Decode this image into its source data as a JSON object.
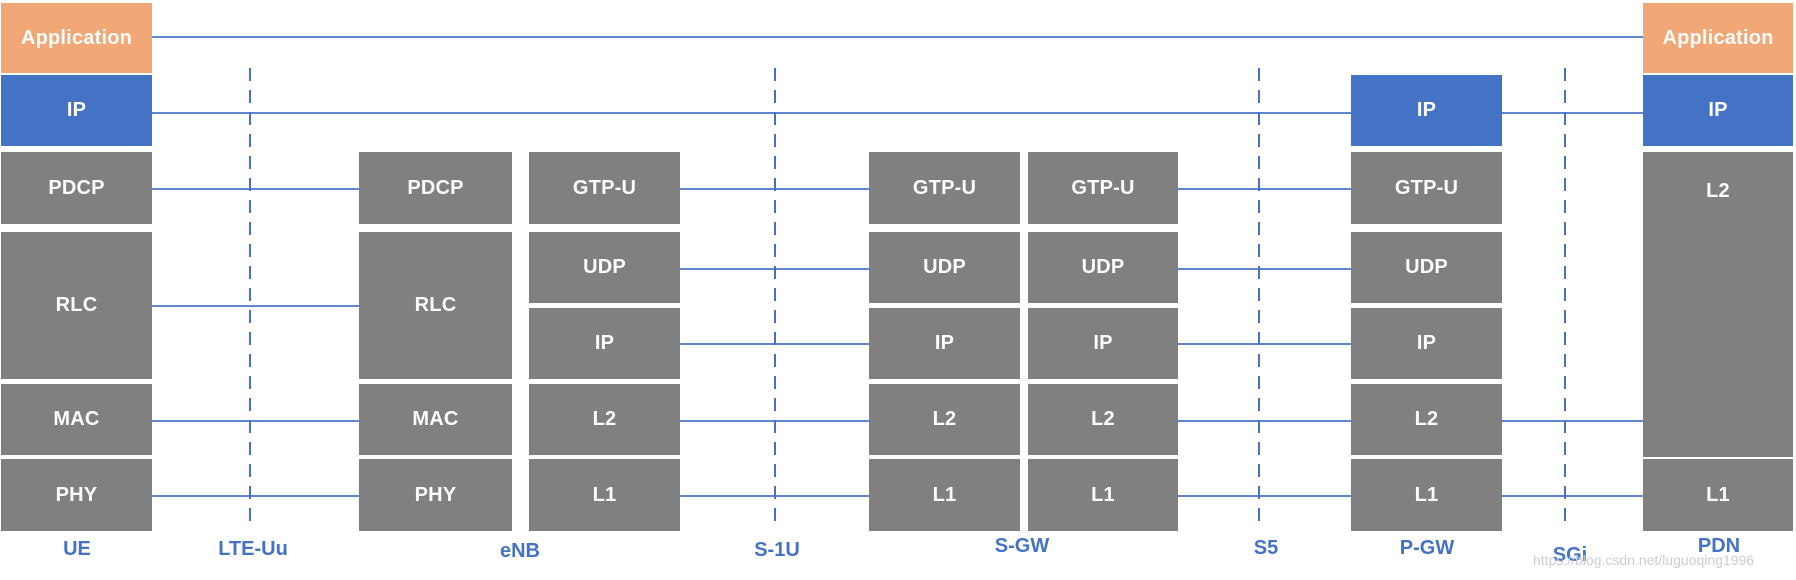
{
  "diagram": {
    "kind": "LTE user-plane protocol stack",
    "columns": {
      "ue": {
        "label": "UE",
        "blocks": [
          "Application",
          "IP",
          "PDCP",
          "RLC",
          "MAC",
          "PHY"
        ]
      },
      "enb": {
        "label": "eNB",
        "left_blocks": [
          "PDCP",
          "RLC",
          "MAC",
          "PHY"
        ],
        "right_blocks": [
          "GTP-U",
          "UDP",
          "IP",
          "L2",
          "L1"
        ]
      },
      "sgw": {
        "label": "S-GW",
        "left_blocks": [
          "GTP-U",
          "UDP",
          "IP",
          "L2",
          "L1"
        ],
        "right_blocks": [
          "GTP-U",
          "UDP",
          "IP",
          "L2",
          "L1"
        ]
      },
      "pgw": {
        "label": "P-GW",
        "blocks": [
          "IP",
          "GTP-U",
          "UDP",
          "IP",
          "L2",
          "L1"
        ]
      },
      "pdn": {
        "label": "PDN",
        "blocks": [
          "Application",
          "IP",
          "L2",
          "L1"
        ]
      }
    },
    "interfaces": {
      "lte_uu": {
        "label": "LTE-Uu"
      },
      "s1u": {
        "label": "S-1U"
      },
      "s5": {
        "label": "S5"
      },
      "sgi": {
        "label": "SGi"
      }
    },
    "colors": {
      "application_block": "#F1A876",
      "ip_block": "#4472C4",
      "protocol_block": "#808080",
      "block_text": "#FCFCFC",
      "connector_line": "#4472C4",
      "interface_dash": "#4472C4",
      "interface_label": "#4472C4",
      "watermark": "#CBCED3"
    }
  },
  "watermark": {
    "text": "https://blog.csdn.net/luguoqing1996"
  }
}
